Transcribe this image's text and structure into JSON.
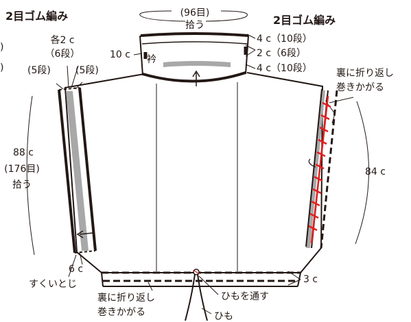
{
  "labels": {
    "rib_left": "2目ゴム編み",
    "rib_right": "2目ゴム編み",
    "neck_pickup_count": "(96目)",
    "neck_pickup": "拾う",
    "collar": "衿",
    "collar_width": "10 c",
    "collar_top": "4 c（10段）",
    "collar_mid": "2 c（6段）",
    "collar_bottom": "4 c（10段）",
    "sleeve_each": "各2 c",
    "sleeve_each_rows": "（6段）",
    "sleeve_rows_left": "(5段)",
    "sleeve_rows_right": "(5段)",
    "left_circ": "88 c",
    "left_pickup_count": "(176目)",
    "left_pickup": "拾う",
    "left_cuff": "6 c",
    "left_cuff_finish": "すくいとじ",
    "right_fold_1": "裏に折り返し",
    "right_fold_2": "巻きかがる",
    "right_circ": "84 c",
    "hem": "3 c",
    "hem_fold_1": "裏に折り返し",
    "hem_fold_2": "巻きかがる",
    "cord_through": "ひもを通す",
    "cord": "ひも",
    "edge_mark_1": ")",
    "edge_mark_2": ")"
  },
  "colors": {
    "line": "#231815",
    "band": "#a8a8a8",
    "accent": "#e02020"
  }
}
